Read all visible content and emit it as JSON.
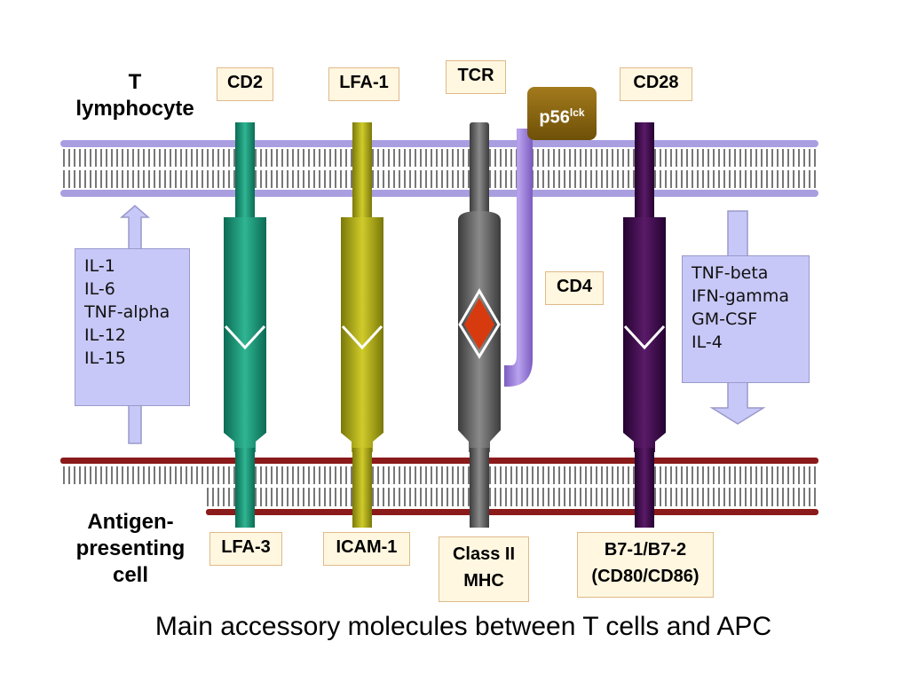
{
  "t_cell_label": [
    "T",
    "lymphocyte"
  ],
  "apc_label": [
    "Antigen-",
    "presenting",
    "cell"
  ],
  "t_cell_molecules": [
    {
      "name": "CD2",
      "color": "#1a8f73"
    },
    {
      "name": "LFA-1",
      "color": "#a8a514"
    },
    {
      "name": "TCR",
      "color": "#5a5a5a"
    },
    {
      "name": "CD28",
      "color": "#3d0a47"
    }
  ],
  "apc_molecules": [
    "LFA-3",
    "ICAM-1",
    "Class II MHC",
    "B7-1/B7-2 (CD80/CD86)"
  ],
  "apc_molecule_lines": [
    [
      "LFA-3"
    ],
    [
      "ICAM-1"
    ],
    [
      "Class II",
      "MHC"
    ],
    [
      "B7-1/B7-2",
      "(CD80/CD86)"
    ]
  ],
  "cd4_label": "CD4",
  "p56lck": {
    "base": "p56",
    "superscript": "lck"
  },
  "apc_cytokines": [
    "IL-1",
    "IL-6",
    "TNF-alpha",
    "IL-12",
    "IL-15"
  ],
  "t_cell_cytokines": [
    "TNF-beta",
    "IFN-gamma",
    "GM-CSF",
    "IL-4"
  ],
  "caption": "Main accessory molecules between T cells and APC",
  "colors": {
    "t_membrane": "#9a8fd8",
    "apc_membrane": "#8b1a1a",
    "cytokine_box": "#c8c8f8",
    "label_box": "#fff7e0",
    "label_border": "#e0b98a",
    "cd4": "#9b7fd8",
    "mhc_diamond": "#d83a10"
  }
}
